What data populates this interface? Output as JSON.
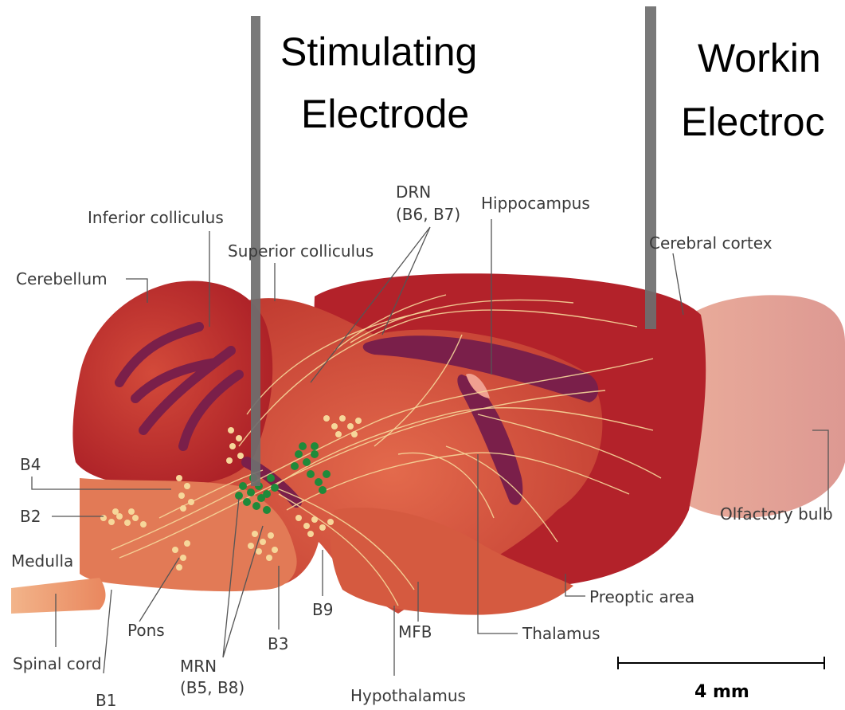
{
  "electrodes": {
    "stimulating": {
      "line1": "Stimulating",
      "line2": "Electrode"
    },
    "working": {
      "line1": "Workin",
      "line2": "Electroc"
    }
  },
  "labels": {
    "inferior_colliculus": "Inferior colliculus",
    "superior_colliculus": "Superior colliculus",
    "drn_line1": "DRN",
    "drn_line2": "(B6, B7)",
    "hippocampus": "Hippocampus",
    "cerebral_cortex": "Cerebral cortex",
    "cerebellum": "Cerebellum",
    "b4": "B4",
    "b2": "B2",
    "medulla": "Medulla",
    "olfactory_bulb": "Olfactory bulb",
    "preoptic_area": "Preoptic area",
    "thalamus": "Thalamus",
    "mfb": "MFB",
    "hypothalamus": "Hypothalamus",
    "b9": "B9",
    "b3": "B3",
    "pons": "Pons",
    "spinal_cord": "Spinal cord",
    "mrn_line1": "MRN",
    "mrn_line2": "(B5, B8)",
    "b1": "B1"
  },
  "scale_bar": {
    "label": "4 mm"
  },
  "colors": {
    "brain_dark": "#b3222a",
    "brain_mid": "#d14b3c",
    "ventricle": "#7a1f4a",
    "fibers": "#f6d79a",
    "green_dots": "#1f8a3a",
    "electrode": "#6e6e6e",
    "olfactory": "#e7a08e"
  }
}
